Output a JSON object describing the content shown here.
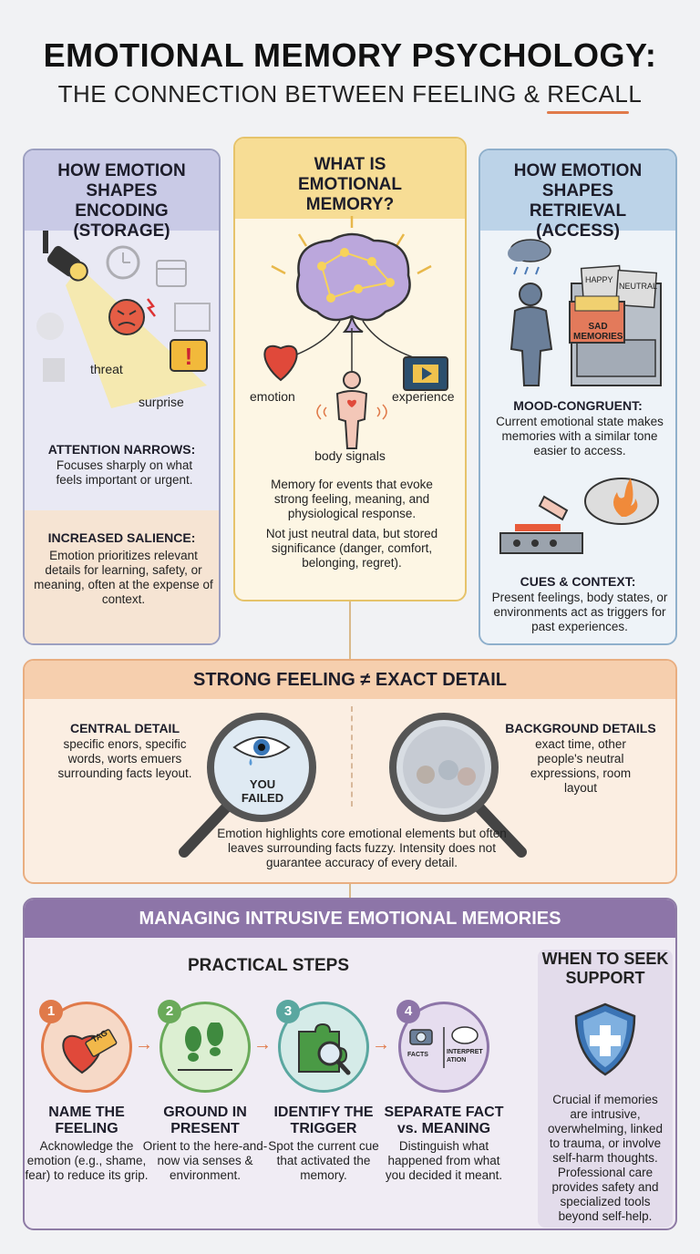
{
  "header": {
    "title": "EMOTIONAL MEMORY PSYCHOLOGY:",
    "subtitle": "THE CONNECTION BETWEEN FEELING & RECALL"
  },
  "encoding": {
    "title": "HOW EMOTION SHAPES ENCODING (STORAGE)",
    "threat_label": "threat",
    "surprise_label": "surprise",
    "attention_title": "ATTENTION NARROWS:",
    "attention_text": "Focuses sharply on what feels important or urgent.",
    "salience_title": "INCREASED SALIENCE:",
    "salience_text": "Emotion prioritizes relevant details for learning, safety, or meaning, often at the expense of context."
  },
  "what_is": {
    "title": "WHAT IS EMOTIONAL MEMORY?",
    "emotion_label": "emotion",
    "experience_label": "experience",
    "body_label": "body signals",
    "text1": "Memory for events that evoke strong feeling, meaning, and physiological response.",
    "text2": "Not just neutral data, but stored significance (danger, comfort, belonging, regret)."
  },
  "retrieval": {
    "title": "HOW EMOTION SHAPES RETRIEVAL (ACCESS)",
    "folder_happy": "HAPPY",
    "folder_neutral": "NEUTRAL",
    "folder_sad": "SAD MEMORIES",
    "mood_title": "MOOD-CONGRUENT:",
    "mood_text": "Current emotional state makes memories with a similar tone easier to access.",
    "cues_title": "CUES & CONTEXT:",
    "cues_text": "Present feelings, body states, or environments act as triggers for past experiences."
  },
  "strong": {
    "title": "STRONG FEELING ≠ EXACT DETAIL",
    "central_title": "CENTRAL DETAIL",
    "central_text": "specific enors, specific words, worts emuers surrounding facts leyout.",
    "lens_text": "YOU FAILED",
    "background_title": "BACKGROUND DETAILS",
    "background_text": "exact time, other people's neutral expressions, room layout",
    "caption": "Emotion highlights core emotional elements but often leaves surrounding facts fuzzy. Intensity does not guarantee accuracy of every detail."
  },
  "managing": {
    "title": "MANAGING INTRUSIVE EMOTIONAL MEMORIES",
    "steps_title": "PRACTICAL STEPS",
    "steps": [
      {
        "num": "1",
        "title": "NAME THE FEELING",
        "desc": "Acknowledge the emotion (e.g., shame, fear) to reduce its grip.",
        "tag": "TAG"
      },
      {
        "num": "2",
        "title": "GROUND IN PRESENT",
        "desc": "Orient to the here-and-now via senses & environment."
      },
      {
        "num": "3",
        "title": "IDENTIFY THE TRIGGER",
        "desc": "Spot the current cue that activated the memory."
      },
      {
        "num": "4",
        "title": "SEPARATE FACT vs. MEANING",
        "desc": "Distinguish what happened from what you decided it meant.",
        "facts": "FACTS",
        "interp": "INTERPRETATION"
      }
    ],
    "support_title": "WHEN TO SEEK SUPPORT",
    "support_text": "Crucial if memories are intrusive, overwhelming, linked to trauma, or involve self-harm thoughts. Professional care provides safety and specialized tools beyond self-help."
  },
  "colors": {
    "accent_orange": "#e07a4a",
    "encoding": "#c9cae6",
    "what_is": "#f7dd95",
    "retrieval": "#bcd3e8",
    "strong": "#f6cfae",
    "managing": "#8d75a8"
  }
}
